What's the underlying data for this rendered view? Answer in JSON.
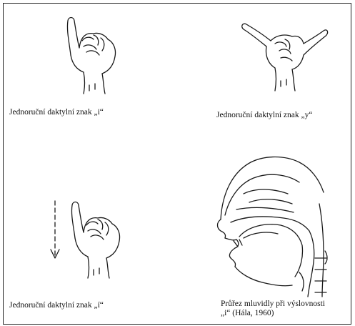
{
  "panels": [
    {
      "caption": "Jednoruční daktylní znak „i“",
      "figure": "hand-sign-i-icon"
    },
    {
      "caption": "Jednoruční daktylní znak „y“",
      "figure": "hand-sign-y-icon"
    },
    {
      "caption": "Jednoruční daktylní znak „í“",
      "figure": "hand-sign-long-i-icon"
    },
    {
      "caption_line1": "Průřez mluvidly při výslovnosti",
      "caption_line2": "„i“ (Hála, 1960)",
      "figure": "vocal-tract-cross-section-icon"
    }
  ]
}
